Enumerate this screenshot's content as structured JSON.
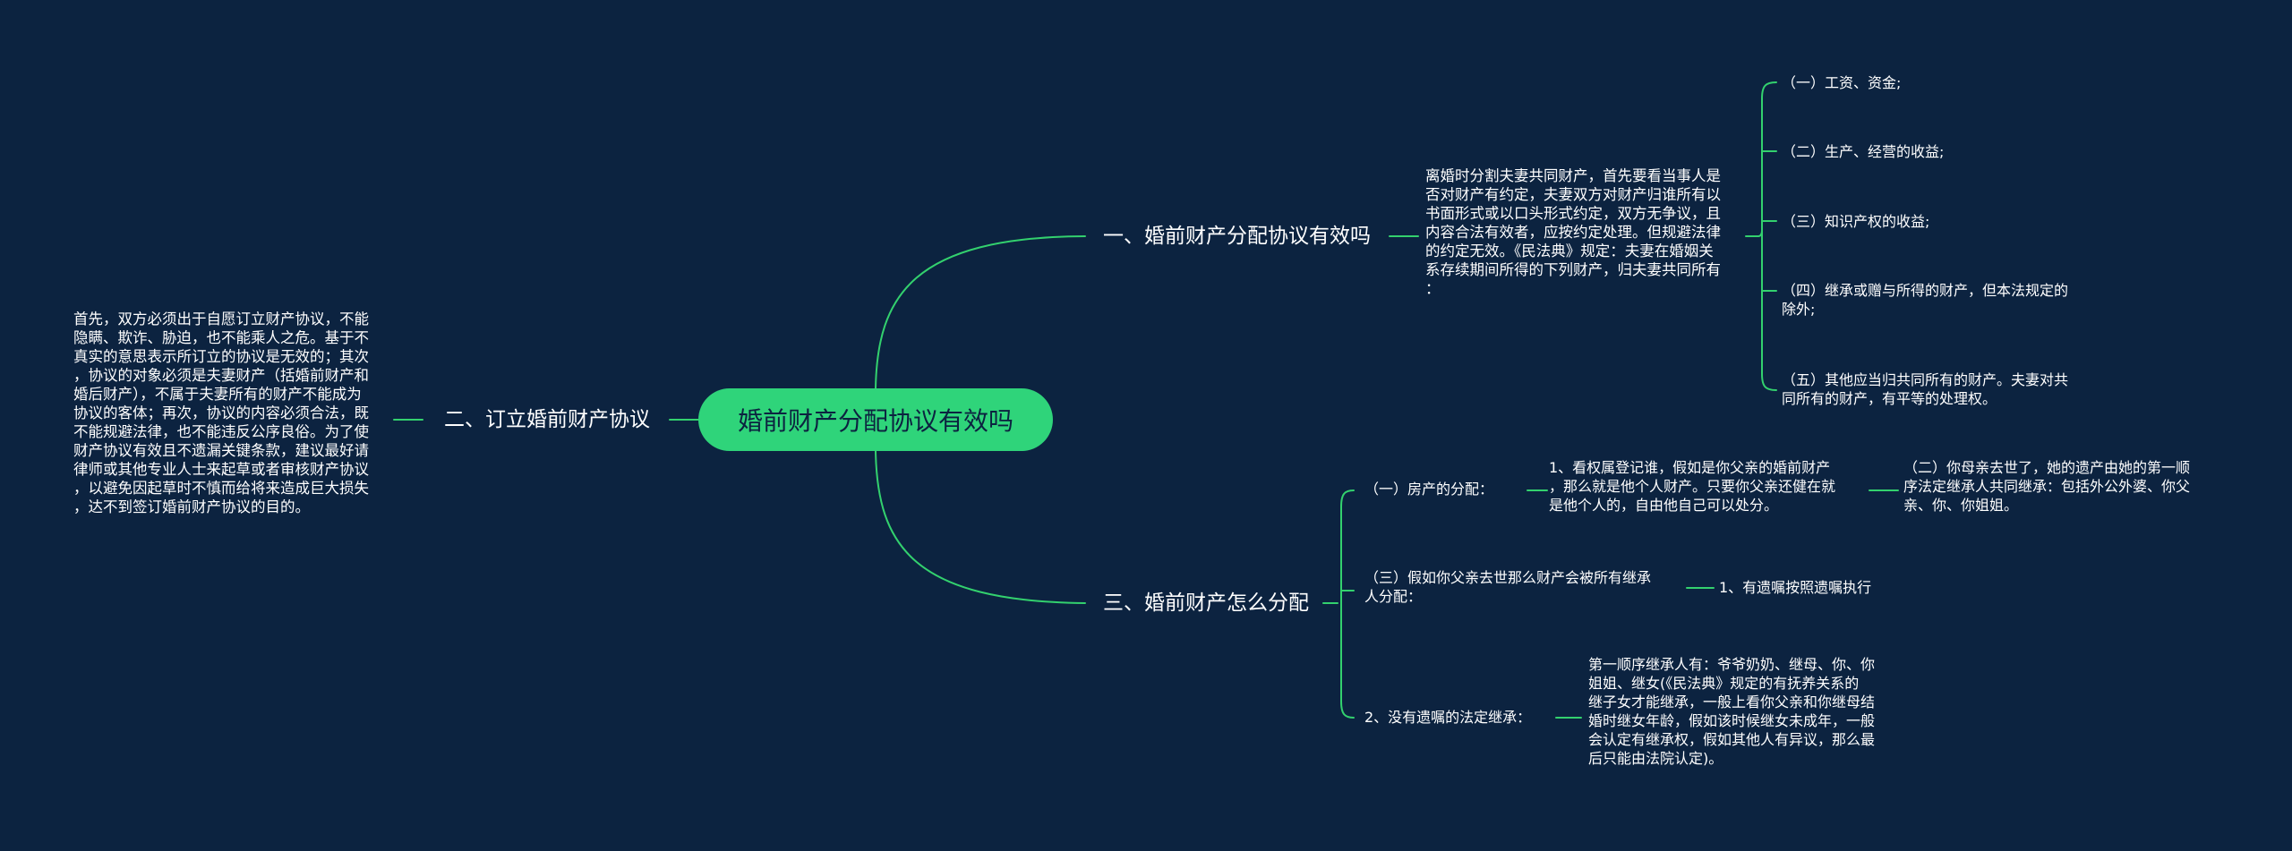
{
  "root": {
    "label": "婚前财产分配协议有效吗"
  },
  "branches": {
    "b1": {
      "label": "一、婚前财产分配协议有效吗"
    },
    "b2": {
      "label": "二、订立婚前财产协议"
    },
    "b3": {
      "label": "三、婚前财产怎么分配"
    }
  },
  "b1_detail": [
    "离婚时分割夫妻共同财产，首先要看当事人是",
    "否对财产有约定，夫妻双方对财产归谁所有以",
    "书面形式或以口头形式约定，双方无争议，且",
    "内容合法有效者，应按约定处理。但规避法律",
    "的约定无效。《民法典》规定：夫妻在婚姻关",
    "系存续期间所得的下列财产，归夫妻共同所有",
    "："
  ],
  "b1_items": [
    [
      "（一）工资、资金;"
    ],
    [
      "（二）生产、经营的收益;"
    ],
    [
      "（三）知识产权的收益;"
    ],
    [
      "（四）继承或赠与所得的财产，但本法规定的",
      "除外;"
    ],
    [
      "（五）其他应当归共同所有的财产。夫妻对共",
      "同所有的财产，有平等的处理权。"
    ]
  ],
  "b2_detail": [
    "首先，双方必须出于自愿订立财产协议，不能",
    "隐瞒、欺诈、胁迫，也不能乘人之危。基于不",
    "真实的意思表示所订立的协议是无效的；其次",
    "，协议的对象必须是夫妻财产（括婚前财产和",
    "婚后财产），不属于夫妻所有的财产不能成为",
    "协议的客体；再次，协议的内容必须合法，既",
    "不能规避法律，也不能违反公序良俗。为了使",
    "财产协议有效且不遗漏关键条款，建议最好请",
    "律师或其他专业人士来起草或者审核财产协议",
    "，以避免因起草时不慎而给将来造成巨大损失",
    "，达不到签订婚前财产协议的目的。"
  ],
  "b3": {
    "c1": {
      "label": [
        "（一）房产的分配："
      ],
      "detail": [
        "1、看权属登记谁，假如是你父亲的婚前财产",
        "，那么就是他个人财产。只要你父亲还健在就",
        "是他个人的，自由他自己可以处分。"
      ],
      "sub": [
        "（二）你母亲去世了，她的遗产由她的第一顺",
        "序法定继承人共同继承：包括外公外婆、你父",
        "亲、你、你姐姐。"
      ]
    },
    "c2": {
      "label": [
        "（三）假如你父亲去世那么财产会被所有继承",
        "人分配："
      ],
      "detail": [
        "1、有遗嘱按照遗嘱执行"
      ]
    },
    "c3": {
      "label": [
        "2、没有遗嘱的法定继承："
      ],
      "detail": [
        "第一顺序继承人有：爷爷奶奶、继母、你、你",
        "姐姐、继女(《民法典》规定的有抚养关系的",
        "继子女才能继承，一般上看你父亲和你继母结",
        "婚时继女年龄，假如该时候继女未成年，一般",
        "会认定有继承权，假如其他人有异议，那么最",
        "后只能由法院认定)。"
      ]
    }
  },
  "colors": {
    "background": "#0c2340",
    "accent": "#2fd47a",
    "link": "#33d16e",
    "text": "#ffffff"
  }
}
